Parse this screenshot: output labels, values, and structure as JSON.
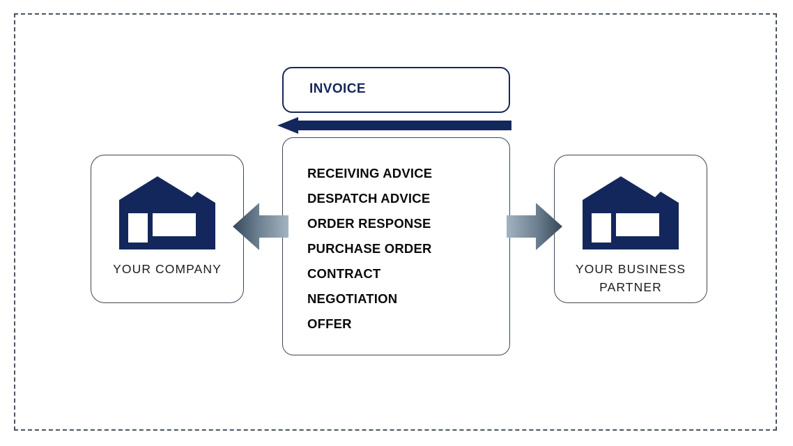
{
  "diagram": {
    "title_box": {
      "label": "INVOICE"
    },
    "documents_box": {
      "items": [
        "RECEIVING ADVICE",
        "DESPATCH ADVICE",
        "ORDER RESPONSE",
        "PURCHASE ORDER",
        "CONTRACT",
        "NEGOTIATION",
        "OFFER"
      ]
    },
    "actors": {
      "left": {
        "label": "YOUR COMPANY",
        "icon": "factory-building-icon"
      },
      "right": {
        "label": "YOUR BUSINESS\nPARTNER",
        "icon": "factory-building-icon"
      }
    },
    "arrows": {
      "invoice_arrow": {
        "direction": "left",
        "style": "solid-navy",
        "color": "#14275c"
      },
      "left_flow_arrow": {
        "direction": "left",
        "style": "gradient-gray",
        "color_head": "#3d4f5c",
        "color_tail": "#9aabba"
      },
      "right_flow_arrow": {
        "direction": "right",
        "style": "gradient-gray",
        "color_head": "#3d4f5c",
        "color_tail": "#9aabba"
      }
    },
    "frame": {
      "style": "dashed",
      "color": "#4a5460"
    },
    "colors": {
      "navy": "#14275c",
      "slate": "#3c4652",
      "black": "#0a0a0a"
    }
  }
}
